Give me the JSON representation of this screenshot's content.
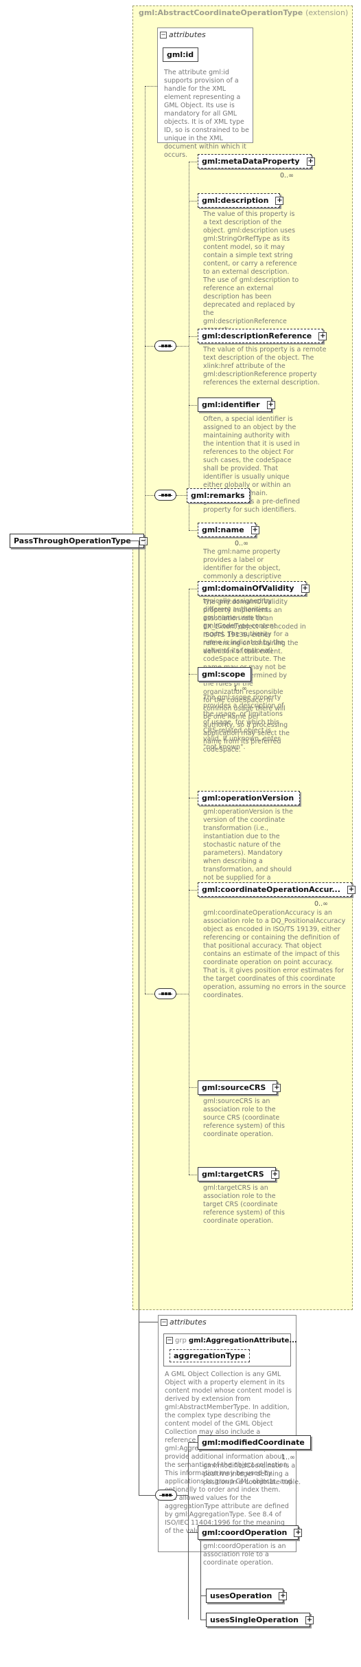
{
  "extension": {
    "type_name": "gml:AbstractCoordinateOperationType",
    "qualifier": "(extension)"
  },
  "attributes_label": "attributes",
  "id_attr": {
    "name": "gml:id",
    "doc": "The attribute gml:id supports provision of a handle for the XML element representing a GML Object. Its use is mandatory for all GML objects. It is of XML type ID, so is constrained to be unique in the XML document within which it occurs."
  },
  "root": {
    "name": "PassThroughOperationType"
  },
  "seq1": [
    {
      "name": "gml:metaDataProperty",
      "card": "0..∞",
      "doc": ""
    },
    {
      "name": "gml:description",
      "card": "",
      "doc": "The value of this property is a text description of the object. gml:description uses gml:StringOrRefType as its content model, so it may contain a simple text string content, or carry a reference to an external description. The use of gml:description to reference an external description has been deprecated and replaced by the gml:descriptionReference property."
    },
    {
      "name": "gml:descriptionReference",
      "card": "",
      "doc": "The value of this property is a remote text description of the object. The xlink:href attribute of the gml:descriptionReference property references the external description."
    },
    {
      "name": "gml:identifier",
      "card": "",
      "doc": "Often, a special identifier is assigned to an object by the maintaining authority with the intention that it is used in references to the object For such cases, the codeSpace shall be provided. That identifier is usually unique either globally or within an application domain. gml:identifier is a pre-defined property for such identifiers."
    },
    {
      "name": "gml:name",
      "card": "0..∞",
      "doc": "The gml:name property provides a label or identifier for the object, commonly a descriptive name. An object may have several names, typically assigned by different authorities. gml:name uses the gml:CodeType content model. The authority for a name is indicated by the value of its (optional) codeSpace attribute. The name may or may not be unique, as determined by the rules of the organization responsible for the codeSpace. In common usage there will be one name per authority, so a processing application may select the name from its preferred codeSpace."
    }
  ],
  "remarks": {
    "name": "gml:remarks"
  },
  "seq3": [
    {
      "name": "gml:domainOfValidity",
      "card": "",
      "doc": "The gml:domainOfValidity property implements an association role to an EX_Extent object as encoded in ISO/TS 19139, either referencing or containing the definition of that extent."
    },
    {
      "name": "gml:scope",
      "card": "1..∞",
      "doc": "The gml:scope property provides a description of the usage, or limitations of usage, for which this CRS-related object is valid. If unknown, enter \"not known\"."
    },
    {
      "name": "gml:operationVersion",
      "card": "",
      "doc": "gml:operationVersion is the version of the coordinate transformation (i.e., instantiation due to the stochastic nature of the parameters). Mandatory when describing a transformation, and should not be supplied for a conversion."
    },
    {
      "name": "gml:coordinateOperationAccur...",
      "card": "0..∞",
      "doc": "gml:coordinateOperationAccuracy is an association role to a DQ_PositionalAccuracy object as encoded in ISO/TS 19139, either referencing or containing the definition of that positional accuracy. That object contains an estimate of the impact of this coordinate operation on point accuracy. That is, it gives position error estimates for the target coordinates of this coordinate operation, assuming no errors in the source coordinates."
    },
    {
      "name": "gml:sourceCRS",
      "card": "",
      "doc": "gml:sourceCRS is an association role to the source CRS (coordinate reference system) of this coordinate operation."
    },
    {
      "name": "gml:targetCRS",
      "card": "",
      "doc": "gml:targetCRS is an association role to the target CRS (coordinate reference system) of this coordinate operation."
    }
  ],
  "agg_group": {
    "prefix": "grp",
    "name": "gml:AggregationAttribute...",
    "attr": "aggregationType",
    "doc": "A GML Object Collection is any GML Object with a property element in its content model whose content model is derived by extension from gml:AbstractMemberType. In addition, the complex type describing the content model of the GML Object Collection may also include a reference to the attribute group gml:AggregationAttributeGroup to provide additional information about the semantics of the object collection. This information may be used by applications to group GML objects, and optionally to order and index them. The allowed values for the aggregationType attribute are defined by gml:AggregationType. See 8.4 of ISO/IEC 11404:1996 for the meaning of the values in the enumeration."
  },
  "seq_bottom": [
    {
      "name": "gml:modifiedCoordinate",
      "card": "1..∞",
      "doc": "gml:modifiedCoordinate is a positive integer defining a position in a coordinate tuple."
    },
    {
      "name": "gml:coordOperation",
      "card": "",
      "doc": "gml:coordOperation is an association role to a coordinate operation."
    },
    {
      "name": "usesOperation",
      "card": "",
      "doc": ""
    },
    {
      "name": "usesSingleOperation",
      "card": "",
      "doc": ""
    }
  ],
  "colors": {
    "extension_bg": "#ffffcc",
    "doc_text": "#777777"
  }
}
